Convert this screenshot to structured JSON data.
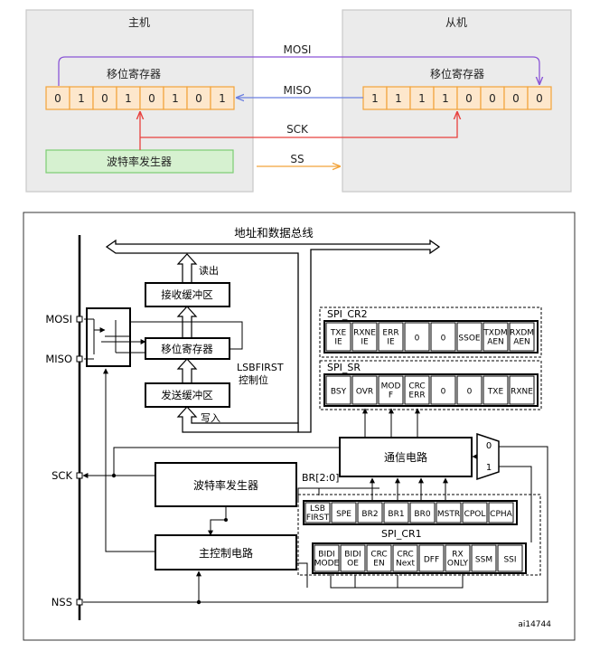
{
  "top": {
    "master_title": "主机",
    "slave_title": "从机",
    "master_shift_label": "移位寄存器",
    "slave_shift_label": "移位寄存器",
    "master_bits": [
      "0",
      "1",
      "0",
      "1",
      "0",
      "1",
      "0",
      "1"
    ],
    "slave_bits": [
      "1",
      "1",
      "1",
      "1",
      "0",
      "0",
      "0",
      "0"
    ],
    "baud_label": "波特率发生器",
    "signal_mosi": "MOSI",
    "signal_miso": "MISO",
    "signal_sck": "SCK",
    "signal_ss": "SS",
    "colors": {
      "panel_bg": "#ebebeb",
      "panel_border": "#c8c8c8",
      "bit_bg": "#fde7cc",
      "bit_border": "#f2a33a",
      "baud_bg": "#d6f1d0",
      "baud_border": "#7ccd73",
      "mosi": "#8a55d6",
      "miso": "#6b7fe0",
      "sck": "#e8413e",
      "ss": "#f2a33a"
    }
  },
  "bottom": {
    "bus_label": "地址和数据总线",
    "read_label": "读出",
    "write_label": "写入",
    "rx_buffer": "接收缓冲区",
    "shift_register": "移位寄存器",
    "tx_buffer": "发送缓冲区",
    "lsbfirst_line1": "LSBFIRST",
    "lsbfirst_line2": "控制位",
    "baud_generator": "波特率发生器",
    "master_control": "主控制电路",
    "comm_circuit": "通信电路",
    "br_label": "BR[2:0]",
    "pins": {
      "mosi": "MOSI",
      "miso": "MISO",
      "sck": "SCK",
      "nss": "NSS"
    },
    "mux": {
      "in0": "0",
      "in1": "1"
    },
    "cr2": {
      "title": "SPI_CR2",
      "cells": [
        [
          "TXE",
          "IE"
        ],
        [
          "RXNE",
          "IE"
        ],
        [
          "ERR",
          "IE"
        ],
        [
          "0"
        ],
        [
          "0"
        ],
        [
          "SSOE"
        ],
        [
          "TXDM",
          "AEN"
        ],
        [
          "RXDM",
          "AEN"
        ]
      ]
    },
    "sr": {
      "title": "SPI_SR",
      "cells": [
        [
          "BSY"
        ],
        [
          "OVR"
        ],
        [
          "MOD",
          "F"
        ],
        [
          "CRC",
          "ERR"
        ],
        [
          "0"
        ],
        [
          "0"
        ],
        [
          "TXE"
        ],
        [
          "RXNE"
        ]
      ]
    },
    "cr1": {
      "title": "SPI_CR1",
      "row1": [
        [
          "LSB",
          "FIRST"
        ],
        [
          "SPE"
        ],
        [
          "BR2"
        ],
        [
          "BR1"
        ],
        [
          "BR0"
        ],
        [
          "MSTR"
        ],
        [
          "CPOL"
        ],
        [
          "CPHA"
        ]
      ],
      "row2": [
        [
          "BIDI",
          "MODE"
        ],
        [
          "BIDI",
          "OE"
        ],
        [
          "CRC",
          "EN"
        ],
        [
          "CRC",
          "Next"
        ],
        [
          "DFF"
        ],
        [
          "RX",
          "ONLY"
        ],
        [
          "SSM"
        ],
        [
          "SSI"
        ]
      ]
    },
    "ref_id": "ai14744"
  }
}
